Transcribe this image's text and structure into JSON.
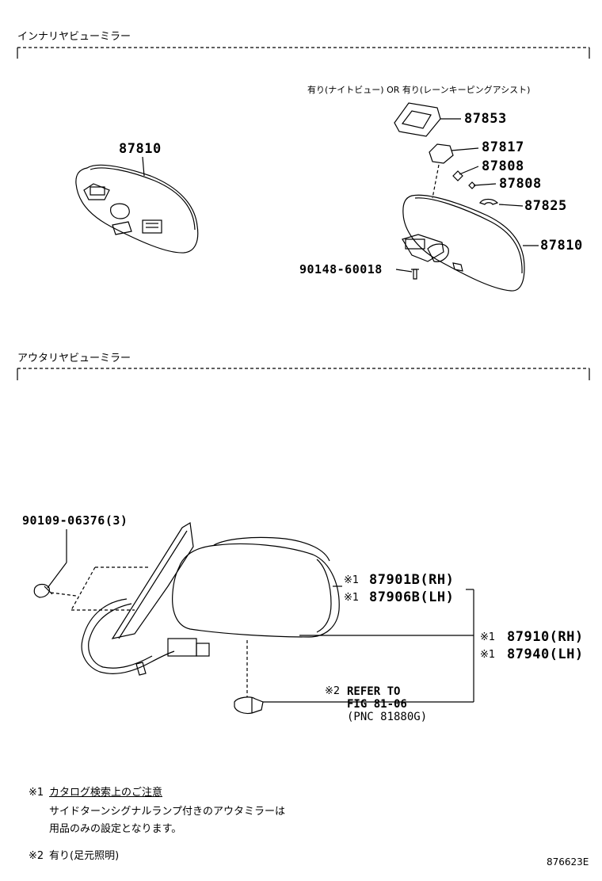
{
  "sections": {
    "inner_title": "インナリヤビューミラー",
    "outer_title": "アウタリヤビューミラー"
  },
  "inner": {
    "condition_note": "有り(ナイトビュー) OR 有り(レーンキーピングアシスト)",
    "parts": {
      "left_mirror": "87810",
      "p87853": "87853",
      "p87817": "87817",
      "p87808a": "87808",
      "p87808b": "87808",
      "p87825": "87825",
      "right_mirror": "87810",
      "screw": "90148-60018"
    }
  },
  "outer": {
    "screw": "90109-06376(3)",
    "mark1": "※1",
    "mark2": "※2",
    "mirror_rh": "87901B(RH)",
    "mirror_lh": "87906B(LH)",
    "assy_rh": "87910(RH)",
    "assy_lh": "87940(LH)",
    "refer_line1": "REFER TO",
    "refer_line2": "FIG 81-06",
    "refer_line3": "(PNC 81880G)"
  },
  "notes": {
    "n1_mark": "※1",
    "n1_title": "カタログ検索上のご注意",
    "n1_line1": "サイドターンシグナルランプ付きのアウタミラーは",
    "n1_line2": "用品のみの設定となります。",
    "n2_mark": "※2",
    "n2_text": "有り(足元照明)"
  },
  "figure_id": "876623E"
}
